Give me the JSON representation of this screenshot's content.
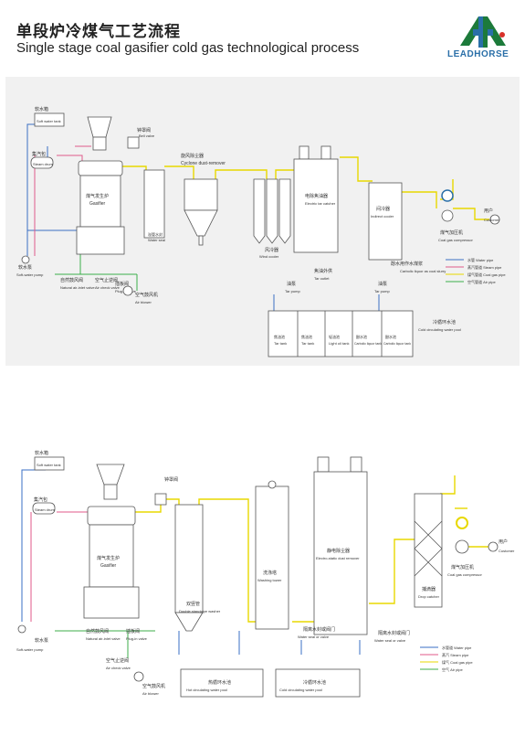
{
  "header": {
    "title_cn": "单段炉冷煤气工艺流程",
    "title_en": "Single stage coal gasifier cold gas technological process",
    "logo_text": "LEADHORSE"
  },
  "colors": {
    "water": "#3a6fc4",
    "steam": "#e05a8a",
    "coal_gas": "#e8d800",
    "air": "#3cae4a",
    "top_panel": "#f1f1f1"
  },
  "top": {
    "soft_water_tank": {
      "cn": "软水箱",
      "en": "Soft water tank"
    },
    "steam_drum": {
      "cn": "集汽包",
      "en": "Steam drum"
    },
    "bell_valve": {
      "cn": "钟罩阀",
      "en": "Bell valve"
    },
    "cyclone": {
      "cn": "旋风除尘器",
      "en": "Cyclone dust-remover"
    },
    "gasifier": {
      "cn": "煤气发生炉",
      "en": "Gasifier"
    },
    "water_seal": {
      "cn": "溢管水封",
      "en": "Water seal"
    },
    "wind_cooler": {
      "cn": "风冷器",
      "en": "Wind cooler"
    },
    "electric_tar": {
      "cn": "电除焦油器",
      "en": "Electric tar catcher"
    },
    "indirect_cooler": {
      "cn": "间冷器",
      "en": "Indirect cooler"
    },
    "customer": {
      "cn": "用户",
      "en": "Customer"
    },
    "compressor": {
      "cn": "煤气加压机",
      "en": "Coal gas compressor"
    },
    "tar_outlet": {
      "cn": "焦油外供",
      "en": "Tar outlet"
    },
    "tar_pump_1": {
      "cn": "油泵",
      "en": "Tar pump"
    },
    "tar_pump_2": {
      "cn": "油泵",
      "en": "Tar pump"
    },
    "carbolic_slurry": {
      "cn": "酚水用作水煤浆",
      "en": "Carbolic liquor as coal slurry"
    },
    "natural_valve": {
      "cn": "自然鼓风阀",
      "en": "Natural air-inlet valve"
    },
    "check_valve": {
      "cn": "空气止逆阀",
      "en": "Air check valve"
    },
    "plug_valve": {
      "cn": "插板阀",
      "en": "Plug-in valve"
    },
    "air_blower": {
      "cn": "空气鼓风机",
      "en": "Air blower"
    },
    "soft_pump": {
      "cn": "软水泵",
      "en": "Soft-water pump"
    },
    "tanks": [
      {
        "cn": "焦油池",
        "en": "Tar tank"
      },
      {
        "cn": "焦油池",
        "en": "Tar tank"
      },
      {
        "cn": "轻油池",
        "en": "Light oil tank"
      },
      {
        "cn": "酚水池",
        "en": "Carbolic liquor tank"
      },
      {
        "cn": "酚水池",
        "en": "Carbolic liquor tank"
      }
    ],
    "cold_pool": {
      "cn": "冷循环水池",
      "en": "Cold circulating water pool"
    },
    "legend": [
      {
        "cn": "水管",
        "en": "Water pipe"
      },
      {
        "cn": "蒸汽管道",
        "en": "Steam pipe"
      },
      {
        "cn": "煤气管道",
        "en": "Coal gas pipe"
      },
      {
        "cn": "空气管道",
        "en": "Air pipe"
      }
    ]
  },
  "bottom": {
    "soft_water_tank": {
      "cn": "软水箱",
      "en": "Soft water tank"
    },
    "steam_drum": {
      "cn": "集汽包",
      "en": "Steam drum"
    },
    "bell_valve": {
      "cn": "钟罩阀",
      "en": ""
    },
    "gasifier": {
      "cn": "煤气发生炉",
      "en": "Gasifier"
    },
    "standpipe": {
      "cn": "双竖管",
      "en": "Double standpipe washer"
    },
    "washing_tower": {
      "cn": "洗涤塔",
      "en": "Washing tower"
    },
    "electrostatic": {
      "cn": "静电除尘器",
      "en": "Electro-static dust remover"
    },
    "drop_catcher": {
      "cn": "捕滴器",
      "en": "Drop catcher"
    },
    "customer": {
      "cn": "用户",
      "en": "Customer"
    },
    "compressor": {
      "cn": "煤气加压机",
      "en": "Coal gas compressor"
    },
    "water_seal_1": {
      "cn": "隔离水封或阀门",
      "en": "Water seal or valve"
    },
    "water_seal_2": {
      "cn": "隔离水封或阀门",
      "en": "Water seal or valve"
    },
    "natural_valve": {
      "cn": "自然鼓风阀",
      "en": "Natural air-inlet valve"
    },
    "plug_valve": {
      "cn": "插板阀",
      "en": "Plug-in valve"
    },
    "check_valve": {
      "cn": "空气止逆阀",
      "en": "Air check valve"
    },
    "air_blower": {
      "cn": "空气鼓风机",
      "en": "Air blower"
    },
    "soft_pump": {
      "cn": "软水泵",
      "en": "Soft-water pump"
    },
    "hot_pool": {
      "cn": "热循环水池",
      "en": "Hot circulating water pool"
    },
    "cold_pool": {
      "cn": "冷循环水池",
      "en": "Cold circulating water pool"
    },
    "legend": [
      {
        "cn": "水管道",
        "en": "Water pipe"
      },
      {
        "cn": "蒸汽",
        "en": "Steam pipe"
      },
      {
        "cn": "煤气",
        "en": "Coal gas pipe"
      },
      {
        "cn": "空气",
        "en": "Air pipe"
      }
    ]
  }
}
